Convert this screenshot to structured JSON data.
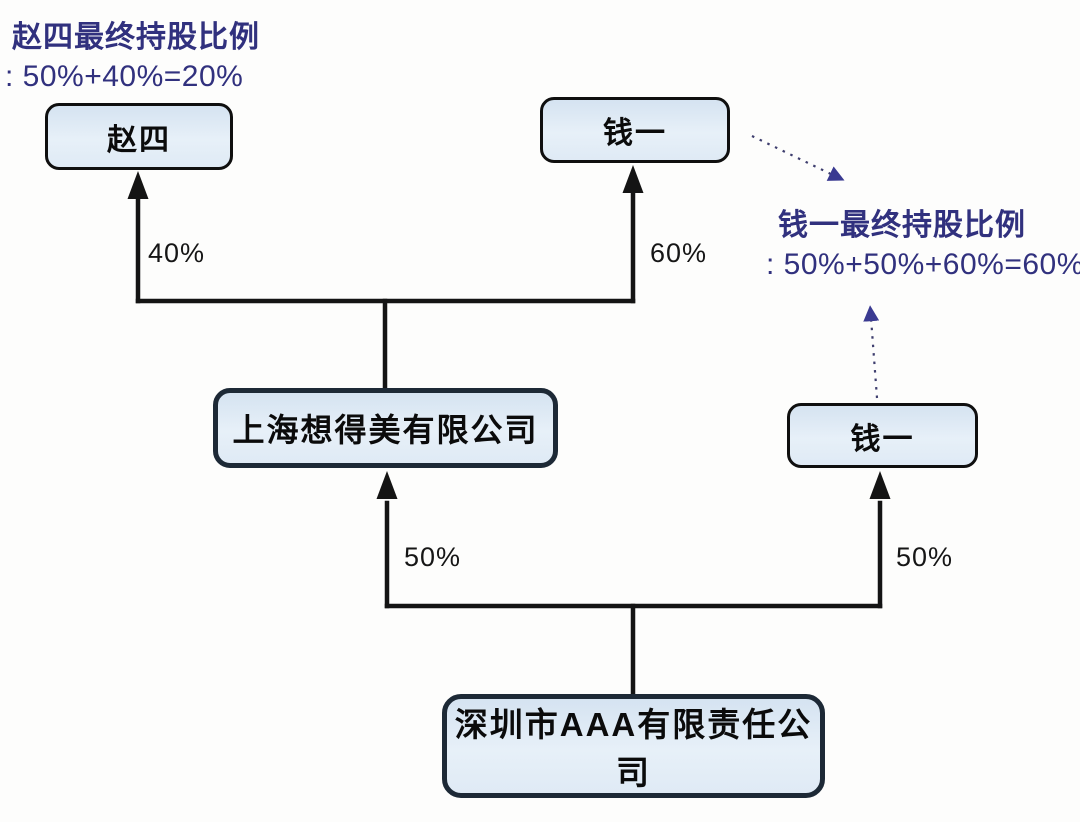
{
  "diagram": {
    "boxes": [
      {
        "id": "zhaosi",
        "label": "赵四"
      },
      {
        "id": "qianyi-top",
        "label": "钱一"
      },
      {
        "id": "shanghai",
        "label": "上海想得美有限公司"
      },
      {
        "id": "qianyi-right",
        "label": "钱一"
      },
      {
        "id": "shenzhen",
        "label": "深圳市AAA有限责任公司"
      }
    ],
    "edges": [
      {
        "from": "上海想得美有限公司",
        "to": "赵四",
        "label": "40%"
      },
      {
        "from": "上海想得美有限公司",
        "to": "钱一",
        "label": "60%"
      },
      {
        "from": "深圳市AAA有限责任公司",
        "to": "上海想得美有限公司",
        "label": "50%"
      },
      {
        "from": "深圳市AAA有限责任公司",
        "to": "钱一",
        "label": "50%"
      }
    ],
    "annotations": [
      {
        "id": "zhaosi-note",
        "title": "赵四最终持股比例",
        "formula": ": 50%+40%=20%"
      },
      {
        "id": "qianyi-note",
        "title": "钱一最终持股比例",
        "formula": ": 50%+50%+60%=60%"
      }
    ],
    "colors": {
      "annotation_text": "#31317e",
      "box_fill": "#dde9f4",
      "box_border_dark": "#1d2936",
      "box_border_light": "#0f0f0f",
      "connector": "#141414",
      "dotted_arrow": "#3a3a91",
      "background": "#fdfdfc"
    }
  }
}
